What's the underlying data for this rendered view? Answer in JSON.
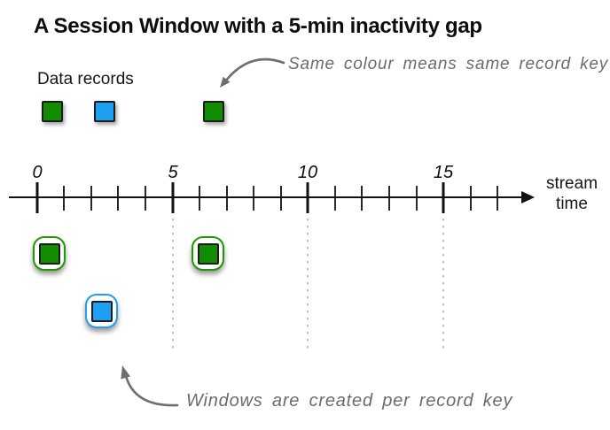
{
  "title": "A Session Window with a 5-min inactivity gap",
  "data_records": {
    "label": "Data records",
    "items": [
      {
        "record_key": "green"
      },
      {
        "record_key": "blue"
      },
      {
        "record_key": "green"
      }
    ]
  },
  "annotations": {
    "same_colour": "Same colour means same record key",
    "windows_created": "Windows are created per record key"
  },
  "timeline": {
    "tick_labels": [
      "0",
      "5",
      "10",
      "15"
    ],
    "axis_label_line1": "stream",
    "axis_label_line2": "time",
    "minor_tick_interval": 1,
    "dotted_guides_at": [
      5,
      10,
      15
    ]
  },
  "session_windows": [
    {
      "record_key": "green",
      "approx_stream_time": 0.4
    },
    {
      "record_key": "blue",
      "approx_stream_time": 2.4
    },
    {
      "record_key": "green",
      "approx_stream_time": 6.4
    }
  ],
  "colors": {
    "record_green": "#128C00",
    "record_blue": "#1E9FF2",
    "window_border_green": "#1E9A00",
    "window_border_blue": "#1E9FF2",
    "annotation_gray": "#6B6B6B",
    "axis_black": "#111111",
    "dotted_guide_gray": "#B3B3B3"
  }
}
